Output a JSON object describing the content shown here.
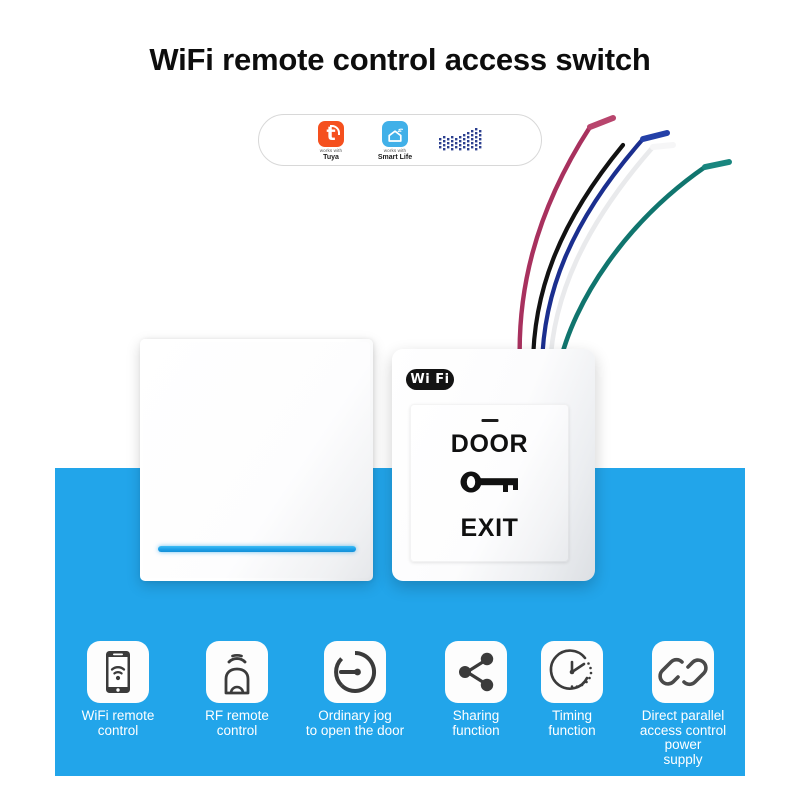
{
  "page": {
    "title": "WiFi remote control access switch",
    "background_color": "#ffffff",
    "accent_color": "#22a5ea"
  },
  "compatibility_bar": {
    "badges": [
      {
        "icon": "tuya-logo-icon",
        "caption": "works with",
        "name": "Tuya",
        "color": "#f5501e"
      },
      {
        "icon": "smart-life-logo-icon",
        "caption": "works with",
        "name": "Smart Life",
        "color": "#41b0e8"
      }
    ],
    "decoration": "dot-grid-pattern"
  },
  "product": {
    "wall_switch": {
      "name": "wireless-wall-switch",
      "led_color": "#1a9fe8"
    },
    "door_exit_device": {
      "wifi_label": "Wi Fi",
      "top_label": "DOOR",
      "bottom_label": "EXIT",
      "center_icon": "key-icon",
      "wires": [
        {
          "name": "red-wire",
          "color": "#a8315e"
        },
        {
          "name": "black-wire",
          "color": "#121212"
        },
        {
          "name": "blue-wire",
          "color": "#1b2f8f"
        },
        {
          "name": "white-wire",
          "color": "#f2f2f2"
        },
        {
          "name": "green-wire",
          "color": "#10756e"
        }
      ]
    }
  },
  "features": [
    {
      "icon": "phone-wifi-icon",
      "label": "WiFi remote\ncontrol"
    },
    {
      "icon": "rf-remote-icon",
      "label": "RF remote\ncontrol"
    },
    {
      "icon": "jog-circle-icon",
      "label": "Ordinary jog\nto open the door"
    },
    {
      "icon": "share-nodes-icon",
      "label": "Sharing\nfunction"
    },
    {
      "icon": "timer-clock-icon",
      "label": "Timing\nfunction"
    },
    {
      "icon": "chain-link-icon",
      "label": "Direct parallel\naccess control power\nsupply"
    }
  ]
}
